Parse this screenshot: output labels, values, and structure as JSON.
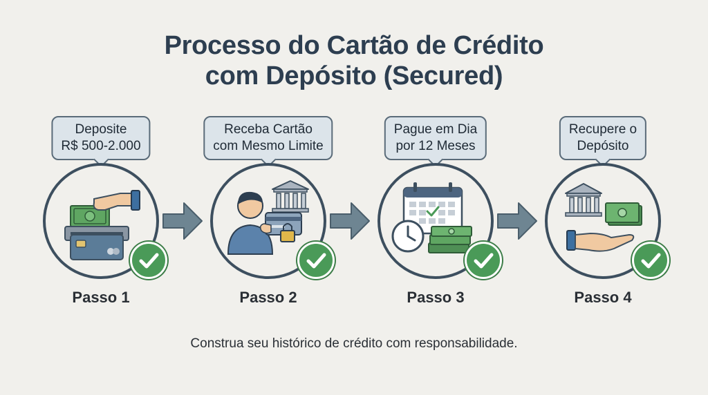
{
  "title": {
    "line1": "Processo do Cartão de Crédito",
    "line2": "com Depósito (Secured)"
  },
  "steps": [
    {
      "bubble": [
        "Deposite",
        "R$ 500-2.000"
      ],
      "label": "Passo 1",
      "icon": "card-deposit-icon"
    },
    {
      "bubble": [
        "Receba Cartão",
        "com Mesmo Limite"
      ],
      "label": "Passo 2",
      "icon": "person-card-bank-icon"
    },
    {
      "bubble": [
        "Pague em Dia",
        "por 12 Meses"
      ],
      "label": "Passo 3",
      "icon": "calendar-clock-money-icon"
    },
    {
      "bubble": [
        "Recupere o",
        "Depósito"
      ],
      "label": "Passo 4",
      "icon": "bank-money-hand-icon"
    }
  ],
  "footer": "Construa seu histórico de crédito com responsabilidade.",
  "colors": {
    "circle_border": "#3d4f5f",
    "check_green": "#4a9a58",
    "arrow": "#6e8592",
    "bubble_bg": "#dce4ea",
    "title": "#2d3e50",
    "money_green": "#5fa662"
  }
}
